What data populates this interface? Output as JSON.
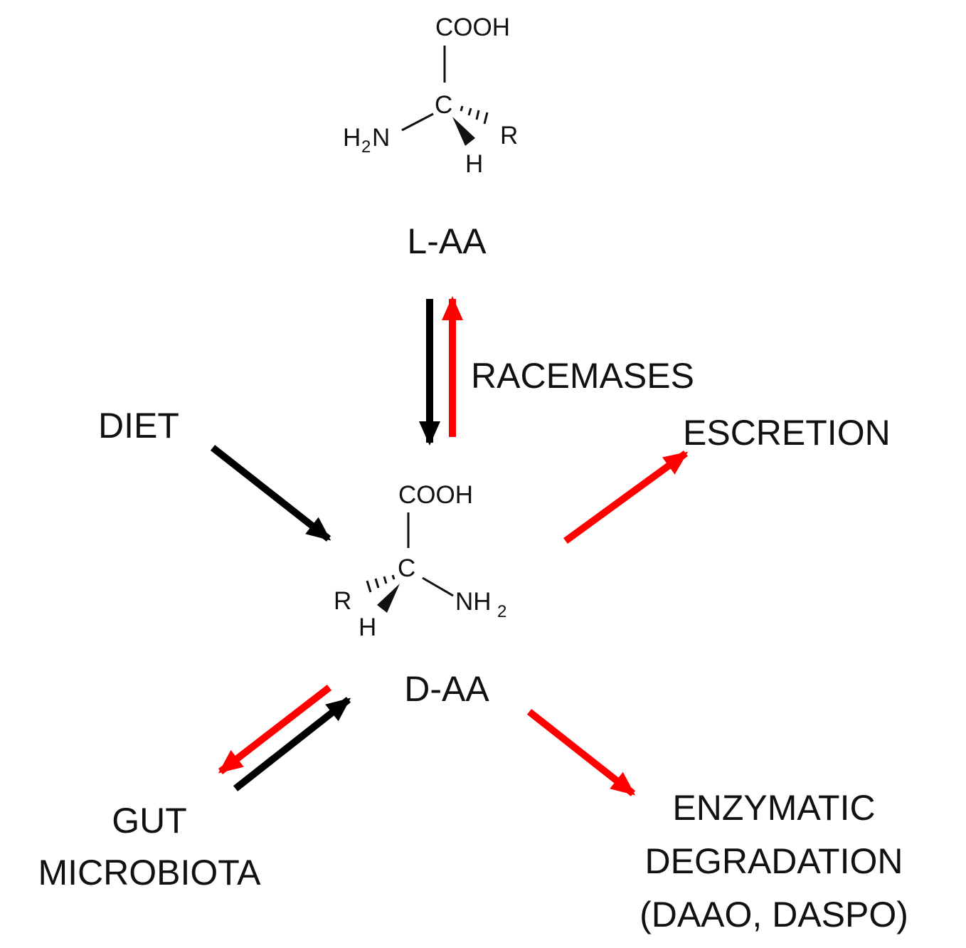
{
  "molecules": {
    "l_aa": {
      "name": "L-AA",
      "cooh": "COOH",
      "carbon": "C",
      "amine": "H",
      "amine_n": "N",
      "amine_sub": "2",
      "r_group": "R",
      "hydrogen": "H"
    },
    "d_aa": {
      "name": "D-AA",
      "cooh": "COOH",
      "carbon": "C",
      "amine_n": "NH",
      "amine_sub": "2",
      "r_group": "R",
      "hydrogen": "H"
    }
  },
  "labels": {
    "racemases": "RACEMASES",
    "diet": "DIET",
    "excretion": "ESCRETION",
    "gut_line1": "GUT",
    "gut_line2": "MICROBIOTA",
    "enz_line1": "ENZYMATIC",
    "enz_line2": "DEGRADATION",
    "enz_line3": "(DAAO, DASPO)"
  },
  "colors": {
    "black_arrow": "#000000",
    "red_arrow": "#ff0000",
    "text": "#111111",
    "background": "#ffffff"
  }
}
